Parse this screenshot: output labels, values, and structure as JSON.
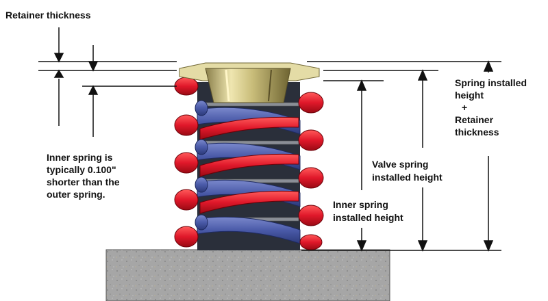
{
  "labels": {
    "retainer_thickness": "Retainer thickness",
    "inner_spring_note": [
      "Inner spring is",
      "typically 0.100\"",
      "shorter than the",
      "outer spring."
    ],
    "valve_spring_installed_height": [
      "Valve spring",
      "installed height"
    ],
    "inner_spring_installed_height": [
      "Inner spring",
      "installed height"
    ],
    "spring_plus_retainer": [
      "Spring installed",
      "height",
      "+",
      "Retainer",
      "thickness"
    ]
  },
  "colors": {
    "outer_spring": "#e0182a",
    "inner_spring": "#4a5aa8",
    "retainer": "#c9bd7a",
    "base": "#a6a6a6",
    "lines": "#111111"
  }
}
